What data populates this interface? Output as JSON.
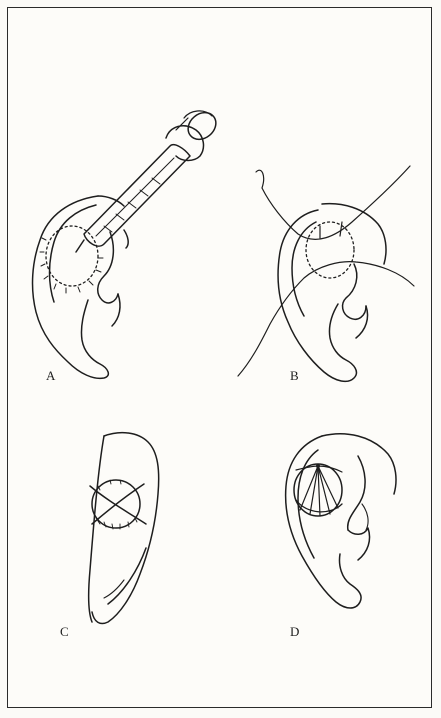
{
  "panels": [
    {
      "id": "A",
      "label": "A"
    },
    {
      "id": "B",
      "label": "B"
    },
    {
      "id": "C",
      "label": "C"
    },
    {
      "id": "D",
      "label": "D"
    }
  ],
  "colors": {
    "ink": "#1e1e1e",
    "paper": "#fdfcf9",
    "border": "#2b2b2b"
  }
}
